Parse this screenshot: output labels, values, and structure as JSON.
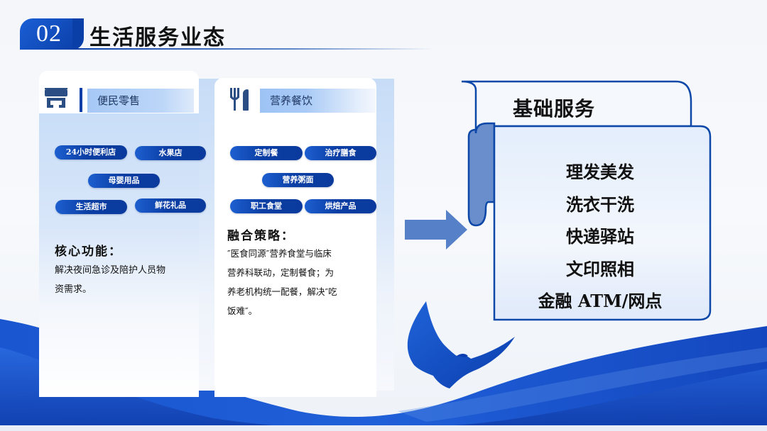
{
  "header": {
    "section_number": "02",
    "title": "生活服务业态"
  },
  "cards": [
    {
      "category": "便民零售",
      "icon": "store-icon",
      "tags": [
        "24小时便利店",
        "水果店",
        "母婴用品",
        "生活超市",
        "鲜花礼品"
      ],
      "desc_title": "核心功能：",
      "desc_lines": [
        "解决夜间急诊及陪护人员物",
        "资需求。"
      ]
    },
    {
      "category": "营养餐饮",
      "icon": "fork-knife-icon",
      "tags": [
        "定制餐",
        "治疗膳食",
        "营养粥面",
        "职工食堂",
        "烘焙产品"
      ],
      "desc_title": "融合策略：",
      "desc_lines": [
        "″医食同源″营养食堂与临床",
        "营养科联动，定制餐食；为",
        "养老机构统一配餐，解决″吃",
        "饭难″。"
      ]
    }
  ],
  "basic_services": {
    "title": "基础服务",
    "items": [
      "理发美发",
      "洗衣干洗",
      "快递驿站",
      "文印照相",
      "金融 ATM/网点"
    ]
  },
  "colors": {
    "primary": "#0b3fa8",
    "accent": "#1d5fd0",
    "arrow": "#5680c8",
    "scroll_border": "#0d47a8",
    "scroll_tab": "#6a8dcc"
  }
}
